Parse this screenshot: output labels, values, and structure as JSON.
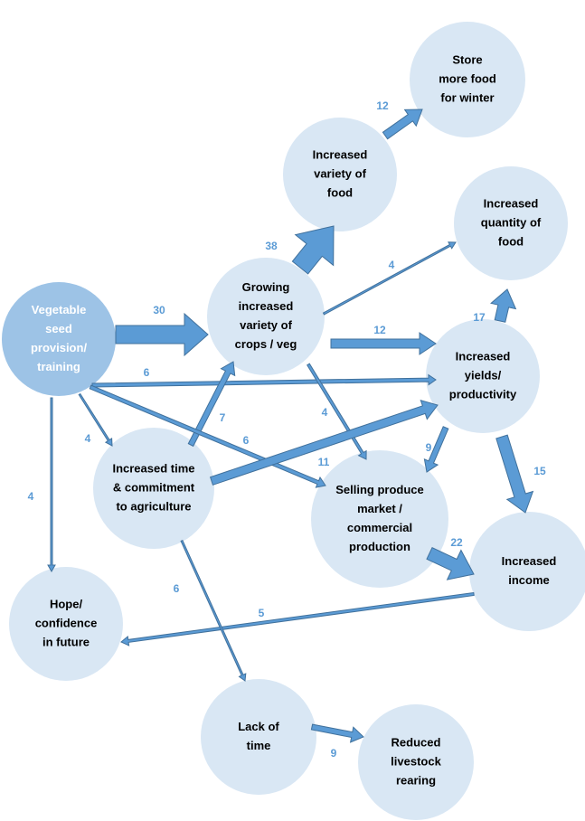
{
  "colors": {
    "node_fill": "#d9e7f4",
    "source_fill": "#9dc3e6",
    "source_text": "#ffffff",
    "node_text": "#000000",
    "arrow_fill": "#5b9bd5",
    "arrow_stroke": "#41719c",
    "count_text": "#5b9bd5"
  },
  "nodes": [
    {
      "id": "vegetable_seed",
      "lines": [
        "Vegetable",
        "seed",
        "provision/",
        "training"
      ],
      "role": "source"
    },
    {
      "id": "growing_variety",
      "lines": [
        "Growing",
        "increased",
        "variety of",
        "crops / veg"
      ]
    },
    {
      "id": "variety_food",
      "lines": [
        "Increased",
        "variety of",
        "food"
      ]
    },
    {
      "id": "store_food",
      "lines": [
        "Store",
        "more food",
        "for winter"
      ]
    },
    {
      "id": "quantity_food",
      "lines": [
        "Increased",
        "quantity of",
        "food"
      ]
    },
    {
      "id": "yields",
      "lines": [
        "Increased",
        "yields/",
        "productivity"
      ]
    },
    {
      "id": "time_commitment",
      "lines": [
        "Increased time",
        "& commitment",
        "to agriculture"
      ]
    },
    {
      "id": "selling_produce",
      "lines": [
        "Selling produce",
        "market /",
        "commercial",
        "production"
      ]
    },
    {
      "id": "income",
      "lines": [
        "Increased",
        "income"
      ]
    },
    {
      "id": "hope",
      "lines": [
        "Hope/",
        "confidence",
        "in future"
      ]
    },
    {
      "id": "lack_time",
      "lines": [
        "Lack of",
        "time"
      ]
    },
    {
      "id": "livestock",
      "lines": [
        "Reduced",
        "livestock",
        "rearing"
      ]
    }
  ],
  "edges": [
    {
      "from": "vegetable_seed",
      "to": "growing_variety",
      "count": "30"
    },
    {
      "from": "growing_variety",
      "to": "variety_food",
      "count": "38"
    },
    {
      "from": "variety_food",
      "to": "store_food",
      "count": "12"
    },
    {
      "from": "growing_variety",
      "to": "quantity_food",
      "count": "4"
    },
    {
      "from": "growing_variety",
      "to": "yields",
      "count": "12"
    },
    {
      "from": "vegetable_seed",
      "to": "yields",
      "count": "6"
    },
    {
      "from": "yields",
      "to": "quantity_food",
      "count": "17"
    },
    {
      "from": "growing_variety",
      "to": "selling_produce",
      "count": "4"
    },
    {
      "from": "time_commitment",
      "to": "growing_variety",
      "count": "7"
    },
    {
      "from": "vegetable_seed",
      "to": "time_commitment",
      "count": "4"
    },
    {
      "from": "vegetable_seed",
      "to": "selling_produce",
      "count": "6"
    },
    {
      "from": "time_commitment",
      "to": "yields",
      "count": "11"
    },
    {
      "from": "yields",
      "to": "selling_produce",
      "count": "9"
    },
    {
      "from": "yields",
      "to": "income",
      "count": "15"
    },
    {
      "from": "selling_produce",
      "to": "income",
      "count": "22"
    },
    {
      "from": "vegetable_seed",
      "to": "hope",
      "count": "4"
    },
    {
      "from": "income",
      "to": "hope",
      "count": "5"
    },
    {
      "from": "time_commitment",
      "to": "lack_time",
      "count": "6"
    },
    {
      "from": "lack_time",
      "to": "livestock",
      "count": "9"
    }
  ]
}
